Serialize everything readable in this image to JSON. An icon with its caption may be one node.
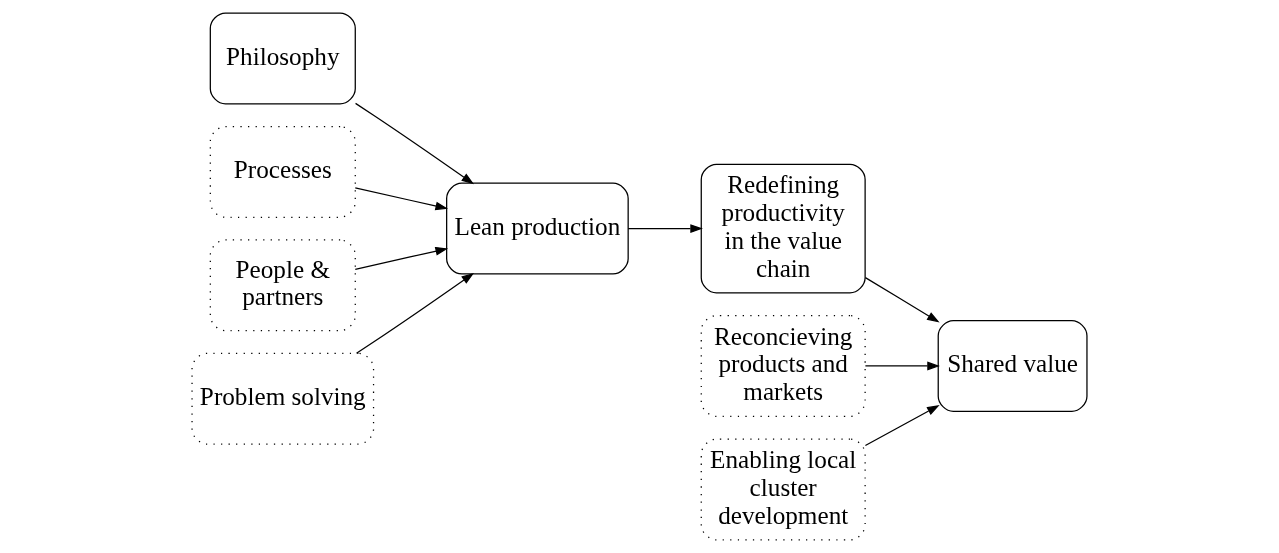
{
  "diagram": {
    "nodes": [
      {
        "text": [
          "Philosophy"
        ]
      },
      {
        "text": [
          "Processes"
        ]
      },
      {
        "text": [
          "People & partners"
        ]
      },
      {
        "text": [
          "Problem solving"
        ]
      },
      {
        "text": [
          "Lean production"
        ]
      },
      {
        "text": [
          "Reconcieving products and markets"
        ]
      },
      {
        "text": [
          "Redefining productivity in the value chain"
        ]
      },
      {
        "text": [
          "Enabling local cluster development"
        ]
      },
      {
        "text": [
          "Shared value"
        ]
      }
    ],
    "edges": [
      {
        "from": 0,
        "to": 4,
        "arrow": "to"
      },
      {
        "from": 1,
        "to": 4,
        "arrow": "to"
      },
      {
        "from": 2,
        "to": 4,
        "arrow": "to"
      },
      {
        "from": 3,
        "to": 4,
        "arrow": "to"
      },
      {
        "from": 4,
        "to": 6,
        "arrow": "to"
      },
      {
        "from": 5,
        "to": 8,
        "arrow": "to"
      },
      {
        "from": 6,
        "to": 8,
        "arrow": "to"
      },
      {
        "from": 7,
        "to": 8,
        "arrow": "to"
      }
    ]
  }
}
